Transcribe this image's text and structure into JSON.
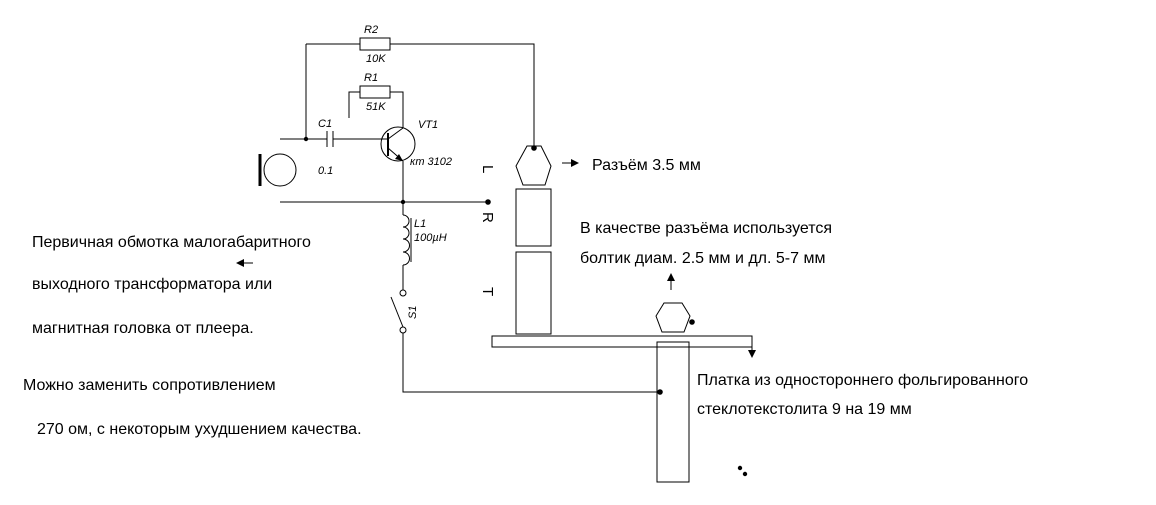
{
  "components": {
    "r2": {
      "ref": "R2",
      "value": "10K"
    },
    "r1": {
      "ref": "R1",
      "value": "51K"
    },
    "c1": {
      "ref": "C1",
      "value": "0.1"
    },
    "vt1": {
      "ref": "VT1",
      "value": "кт 3102"
    },
    "l1": {
      "ref": "L1",
      "value": "100µH"
    },
    "s1": {
      "ref": "S1"
    }
  },
  "pins": {
    "l": "L",
    "r": "R",
    "t": "T"
  },
  "notes": {
    "connector": "Разъём 3.5 мм",
    "connector_note_1": "В качестве разъёма используется",
    "connector_note_2": "болтик диам. 2.5 мм и дл. 5-7 мм",
    "winding_1": "Первичная обмотка малогабаритного",
    "winding_2": "выходного трансформатора или",
    "winding_3": "магнитная головка от плеера.",
    "replace_1": "Можно заменить сопротивлением",
    "replace_2": "270 ом, с некоторым ухудшением качества.",
    "board_1": "Платка из одностороннего фольгированного",
    "board_2": "стеклотекстолита 9 на 19 мм"
  }
}
